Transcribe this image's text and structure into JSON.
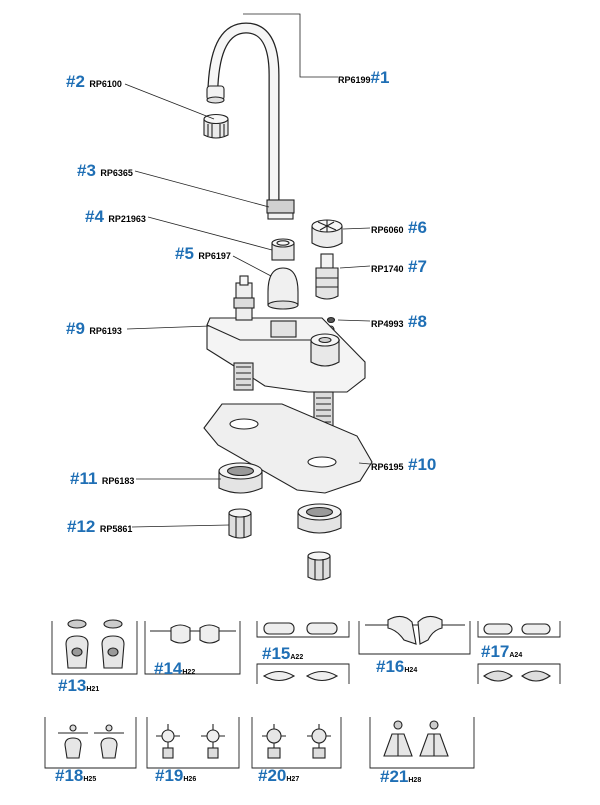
{
  "colors": {
    "accent": "#1f6fb5",
    "line": "#222222",
    "part_fill": "#f2f2f2",
    "part_shade": "#d9d9d9"
  },
  "callouts": [
    {
      "id": "n1",
      "number": "#1",
      "code": "RP6199"
    },
    {
      "id": "n2",
      "number": "#2",
      "code": "RP6100"
    },
    {
      "id": "n3",
      "number": "#3",
      "code": "RP6365"
    },
    {
      "id": "n4",
      "number": "#4",
      "code": "RP21963"
    },
    {
      "id": "n5",
      "number": "#5",
      "code": "RP6197"
    },
    {
      "id": "n6",
      "number": "#6",
      "code": "RP6060"
    },
    {
      "id": "n7",
      "number": "#7",
      "code": "RP1740"
    },
    {
      "id": "n8",
      "number": "#8",
      "code": "RP4993"
    },
    {
      "id": "n9",
      "number": "#9",
      "code": "RP6193"
    },
    {
      "id": "n10",
      "number": "#10",
      "code": "RP6195"
    },
    {
      "id": "n11",
      "number": "#11",
      "code": "RP6183"
    },
    {
      "id": "n12",
      "number": "#12",
      "code": "RP5861"
    }
  ],
  "handles": [
    {
      "id": "h13",
      "number": "#13",
      "code": "H21"
    },
    {
      "id": "h14",
      "number": "#14",
      "code": "H22"
    },
    {
      "id": "h15",
      "number": "#15",
      "code": "A22"
    },
    {
      "id": "h16",
      "number": "#16",
      "code": "H24"
    },
    {
      "id": "h17",
      "number": "#17",
      "code": "A24"
    },
    {
      "id": "h18",
      "number": "#18",
      "code": "H25"
    },
    {
      "id": "h19",
      "number": "#19",
      "code": "H26"
    },
    {
      "id": "h20",
      "number": "#20",
      "code": "H27"
    },
    {
      "id": "h21",
      "number": "#21",
      "code": "H28"
    }
  ]
}
